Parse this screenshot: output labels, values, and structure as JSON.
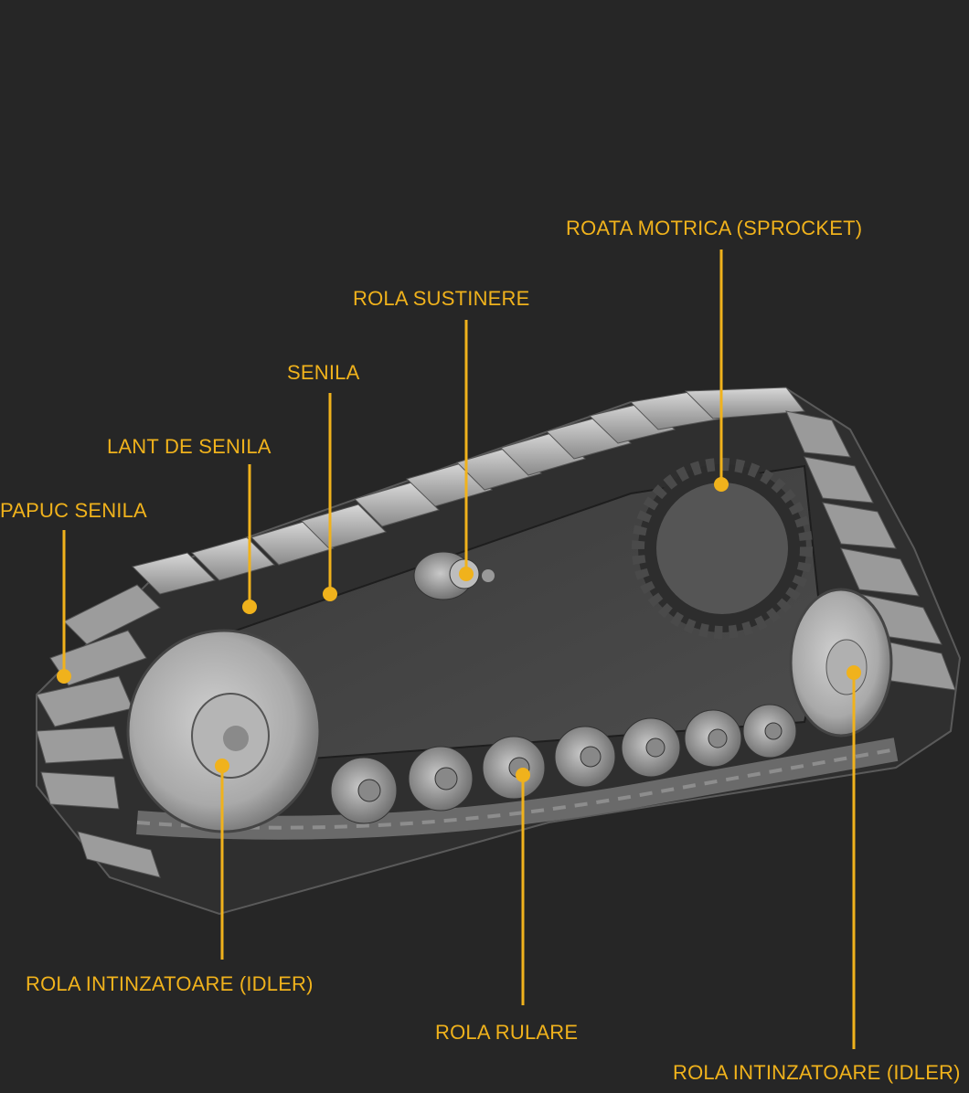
{
  "accent_color": "#f0b21c",
  "background_color": "#262626",
  "labels": {
    "papuc_senila": "PAPUC SENILA",
    "lant_de_senila": "LANT DE SENILA",
    "senila": "SENILA",
    "rola_sustinere": "ROLA SUSTINERE",
    "roata_motrica": "ROATA MOTRICA (SPROCKET)",
    "rola_intinzatoare_front": "ROLA INTINZATOARE (IDLER)",
    "rola_rulare": "ROLA RULARE",
    "rola_intinzatoare_rear": "ROLA INTINZATOARE (IDLER)"
  }
}
